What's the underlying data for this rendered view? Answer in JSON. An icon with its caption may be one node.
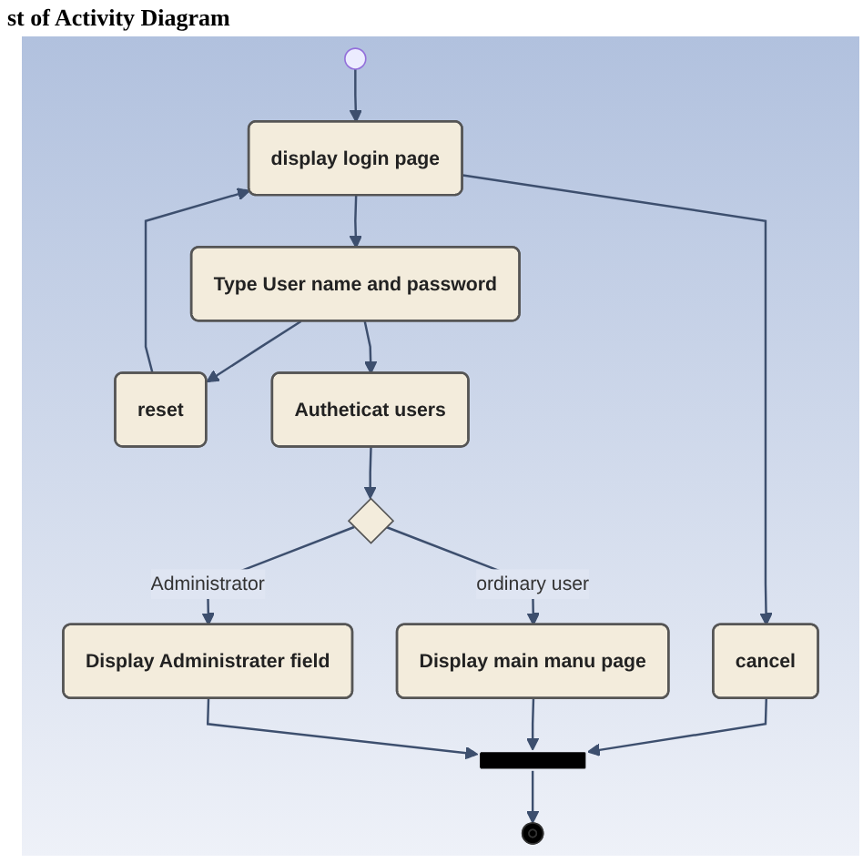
{
  "diagram": {
    "title": "st of Activity Diagram",
    "nodes": [
      {
        "text": [],
        "shape": "circle"
      },
      {
        "text": [
          "display login page"
        ]
      },
      {
        "text": [
          "Type User name and password"
        ]
      },
      {
        "text": [
          "reset"
        ]
      },
      {
        "text": [
          "Autheticat users"
        ]
      },
      {
        "text": [
          "cancel"
        ]
      },
      {
        "text": [],
        "shape": "diamond"
      },
      {
        "text": [
          "Display Administrater field"
        ]
      },
      {
        "text": [
          "Display main manu page"
        ]
      },
      {
        "text": [],
        "shape": "bar"
      },
      {
        "text": [],
        "shape": "circle"
      }
    ],
    "edges": [
      {
        "from": 0,
        "to": 1,
        "arrow": "to"
      },
      {
        "from": 1,
        "to": 2,
        "arrow": "to"
      },
      {
        "from": 2,
        "to": 3,
        "arrow": "to"
      },
      {
        "from": 3,
        "to": 1,
        "arrow": "to"
      },
      {
        "from": 1,
        "to": 5,
        "arrow": "to"
      },
      {
        "from": 2,
        "to": 4,
        "arrow": "to"
      },
      {
        "from": 4,
        "to": 6,
        "arrow": "to"
      },
      {
        "from": 6,
        "to": 7,
        "arrow": "to",
        "label": "Administrator"
      },
      {
        "from": 6,
        "to": 8,
        "arrow": "to",
        "label": "ordinary user"
      },
      {
        "from": 5,
        "to": 9,
        "arrow": "to"
      },
      {
        "from": 8,
        "to": 9,
        "arrow": "to"
      },
      {
        "from": 7,
        "to": 9,
        "arrow": "to"
      },
      {
        "from": 9,
        "to": 10,
        "arrow": "to"
      }
    ]
  }
}
